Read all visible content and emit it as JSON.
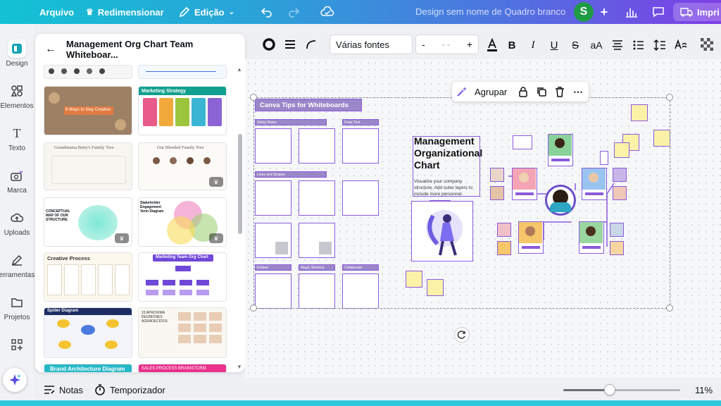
{
  "topbar": {
    "file_label": "Arquivo",
    "resize_label": "Redimensionar",
    "edit_label": "Edição",
    "doc_title": "Design sem nome de Quadro branco",
    "avatar_letter": "S",
    "print_label": "Impri"
  },
  "rail": {
    "items": [
      {
        "label": "Design",
        "icon": "design-icon"
      },
      {
        "label": "Elementos",
        "icon": "elements-icon"
      },
      {
        "label": "Texto",
        "icon": "text-icon"
      },
      {
        "label": "Marca",
        "icon": "brand-icon"
      },
      {
        "label": "Uploads",
        "icon": "upload-icon"
      },
      {
        "label": "Ferramentas",
        "icon": "tools-icon"
      },
      {
        "label": "Projetos",
        "icon": "folder-icon"
      }
    ]
  },
  "panel": {
    "title": "Management Org Chart Team Whiteboar...",
    "thumbs": [
      {
        "title": "8 Ways to Stay Creative"
      },
      {
        "title": "Marketing Strategy"
      },
      {
        "title": "Grandmama Betty's Family Tree"
      },
      {
        "title": "Our Blended Family Tree"
      },
      {
        "title": "CONCEPTUAL MAP OF OUR STRUCTURE"
      },
      {
        "title": "Stakeholder Engagement Venn Diagram"
      },
      {
        "title": "Creative Process"
      },
      {
        "title": "Marketing Team Org Chart"
      },
      {
        "title": "Spider Diagram"
      },
      {
        "title": "15 APROXIMA REUNIONES AGRADECIDOS"
      },
      {
        "title": "Brand Architecture Diagram"
      },
      {
        "title": "SALES PROCESS BRAINSTORM"
      }
    ]
  },
  "toolbar": {
    "font_name": "Várias fontes",
    "size_minus": "-",
    "size_value": "- -",
    "size_plus": "+",
    "text_case": "aA"
  },
  "context_menu": {
    "group_label": "Agrupar"
  },
  "canvas": {
    "tips_title": "Canva Tips for Whiteboards",
    "section_labels": [
      "Sticky Notes",
      "Draw Tool",
      "Lines and Shapes",
      "Embed",
      "Magic Shortcut",
      "Collaborate"
    ],
    "org_title": "Management Organizational Chart",
    "org_subtitle": "Visualize your company structure. Add outer layers to include more personnel."
  },
  "bottombar": {
    "notes_label": "Notas",
    "timer_label": "Temporizador",
    "zoom_value": "11%",
    "zoom_fraction": 0.11
  },
  "colors": {
    "accent_purple": "#8b5bdd",
    "sticky_yellow": "#fbf2a8",
    "topbar_start": "#12c2d4",
    "topbar_end": "#7e3ee5"
  }
}
